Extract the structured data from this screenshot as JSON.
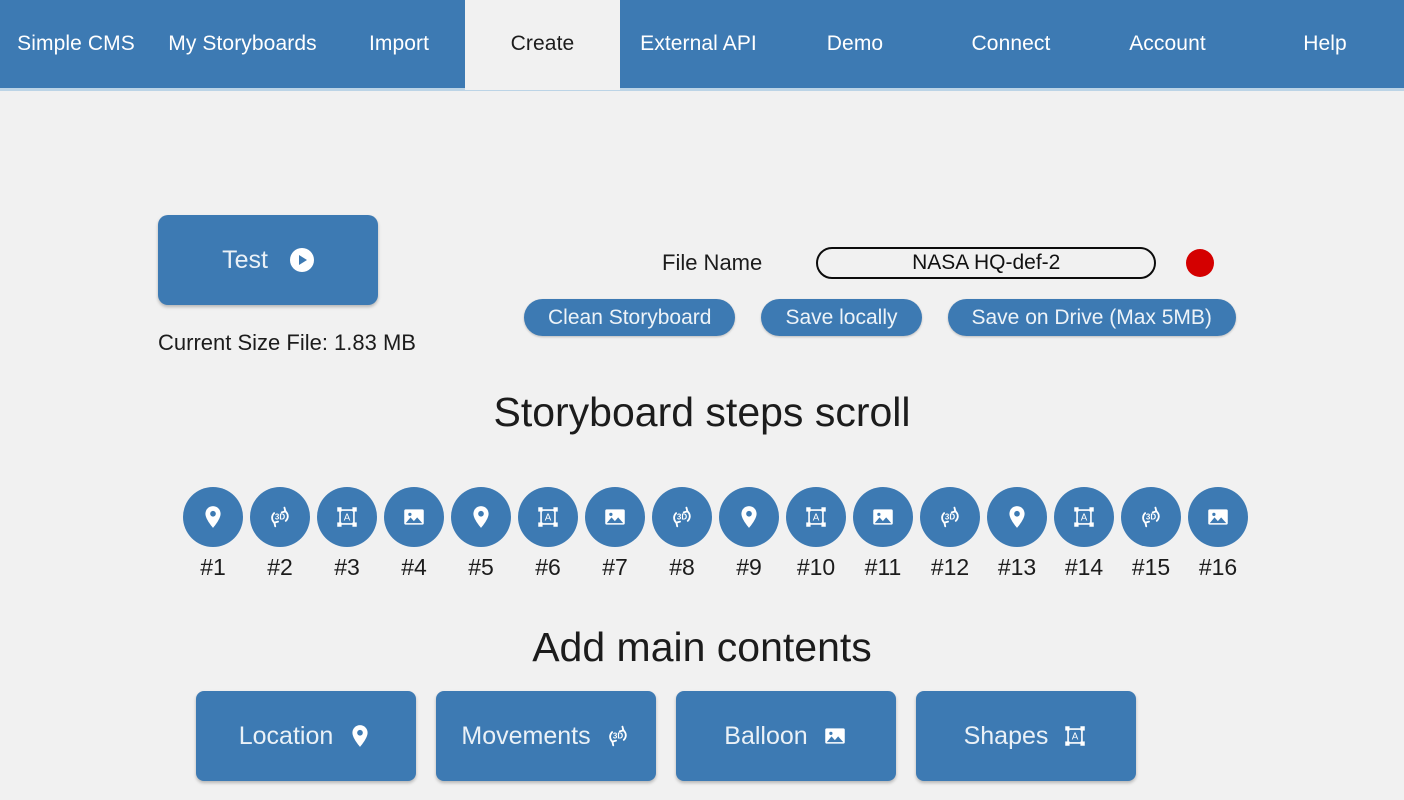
{
  "nav": {
    "items": [
      {
        "label": "Simple CMS",
        "active": false,
        "width": 152
      },
      {
        "label": "My Storyboards",
        "active": false,
        "width": 181
      },
      {
        "label": "Import",
        "active": false,
        "width": 132
      },
      {
        "label": "Create",
        "active": true,
        "width": 155
      },
      {
        "label": "External API",
        "active": false,
        "width": 157
      },
      {
        "label": "Demo",
        "active": false,
        "width": 156
      },
      {
        "label": "Connect",
        "active": false,
        "width": 156
      },
      {
        "label": "Account",
        "active": false,
        "width": 157
      },
      {
        "label": "Help",
        "active": false,
        "width": 158
      }
    ]
  },
  "toolbar": {
    "test_label": "Test",
    "test_icon": "play-icon",
    "size_file_text": "Current Size File:  1.83 MB",
    "filename_label": "File Name",
    "filename_value": "NASA HQ-def-2",
    "filename_placeholder": "File name",
    "status_dot_color": "#d40000",
    "clean_label": "Clean Storyboard",
    "save_local_label": "Save locally",
    "save_drive_label": "Save on Drive (Max 5MB)"
  },
  "sections": {
    "steps_title": "Storyboard steps scroll",
    "contents_title": "Add main contents"
  },
  "steps": [
    {
      "label": "#1",
      "icon": "location-pin-icon"
    },
    {
      "label": "#2",
      "icon": "rotate-3d-icon"
    },
    {
      "label": "#3",
      "icon": "shapes-icon"
    },
    {
      "label": "#4",
      "icon": "image-icon"
    },
    {
      "label": "#5",
      "icon": "location-pin-icon"
    },
    {
      "label": "#6",
      "icon": "shapes-icon"
    },
    {
      "label": "#7",
      "icon": "image-icon"
    },
    {
      "label": "#8",
      "icon": "rotate-3d-icon"
    },
    {
      "label": "#9",
      "icon": "location-pin-icon"
    },
    {
      "label": "#10",
      "icon": "shapes-icon"
    },
    {
      "label": "#11",
      "icon": "image-icon"
    },
    {
      "label": "#12",
      "icon": "rotate-3d-icon"
    },
    {
      "label": "#13",
      "icon": "location-pin-icon"
    },
    {
      "label": "#14",
      "icon": "shapes-icon"
    },
    {
      "label": "#15",
      "icon": "rotate-3d-icon"
    },
    {
      "label": "#16",
      "icon": "image-icon"
    }
  ],
  "contents": [
    {
      "label": "Location",
      "icon": "location-pin-icon"
    },
    {
      "label": "Movements",
      "icon": "rotate-3d-icon"
    },
    {
      "label": "Balloon",
      "icon": "image-icon"
    },
    {
      "label": "Shapes",
      "icon": "shapes-icon"
    }
  ],
  "colors": {
    "accent_blue": "#3d7ab3",
    "page_background": "#f1f1f1",
    "status_red": "#d40000",
    "nav_underline": "#bcd4e6"
  }
}
